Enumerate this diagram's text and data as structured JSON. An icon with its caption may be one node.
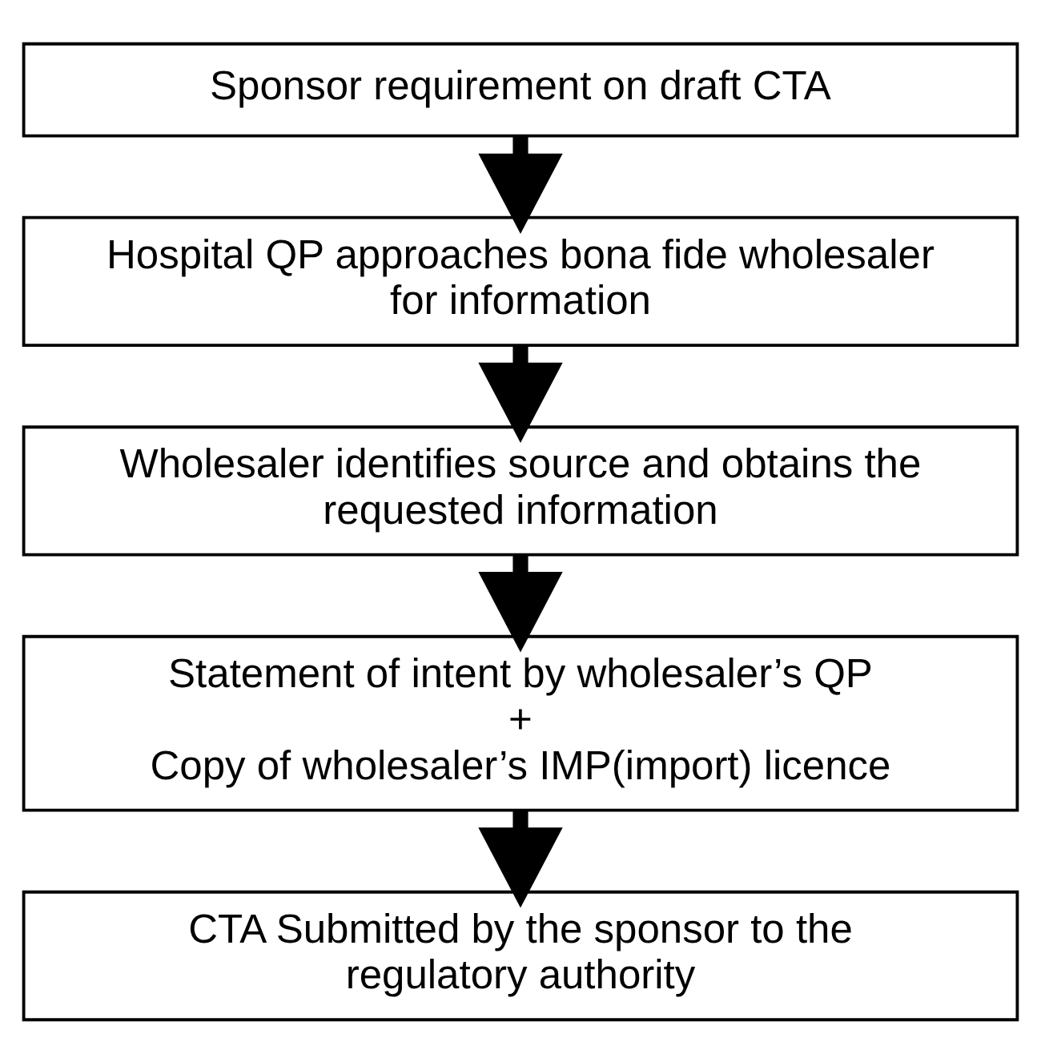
{
  "diagram": {
    "nodes": [
      {
        "text": [
          "Sponsor requirement on draft CTA"
        ]
      },
      {
        "text": [
          "Hospital QP approaches bona fide wholesaler for information"
        ]
      },
      {
        "text": [
          "Wholesaler identifies source and obtains the requested information"
        ]
      },
      {
        "text": [
          "Statement of intent by wholesaler’s QP",
          "+",
          "Copy of wholesaler’s IMP(import) licence"
        ]
      },
      {
        "text": [
          "CTA Submitted by the sponsor to the regulatory authority"
        ]
      }
    ],
    "edges": [
      {
        "from": 0,
        "to": 1,
        "arrow": "to"
      },
      {
        "from": 1,
        "to": 2,
        "arrow": "to"
      },
      {
        "from": 2,
        "to": 3,
        "arrow": "to"
      },
      {
        "from": 3,
        "to": 4,
        "arrow": "to"
      }
    ]
  }
}
